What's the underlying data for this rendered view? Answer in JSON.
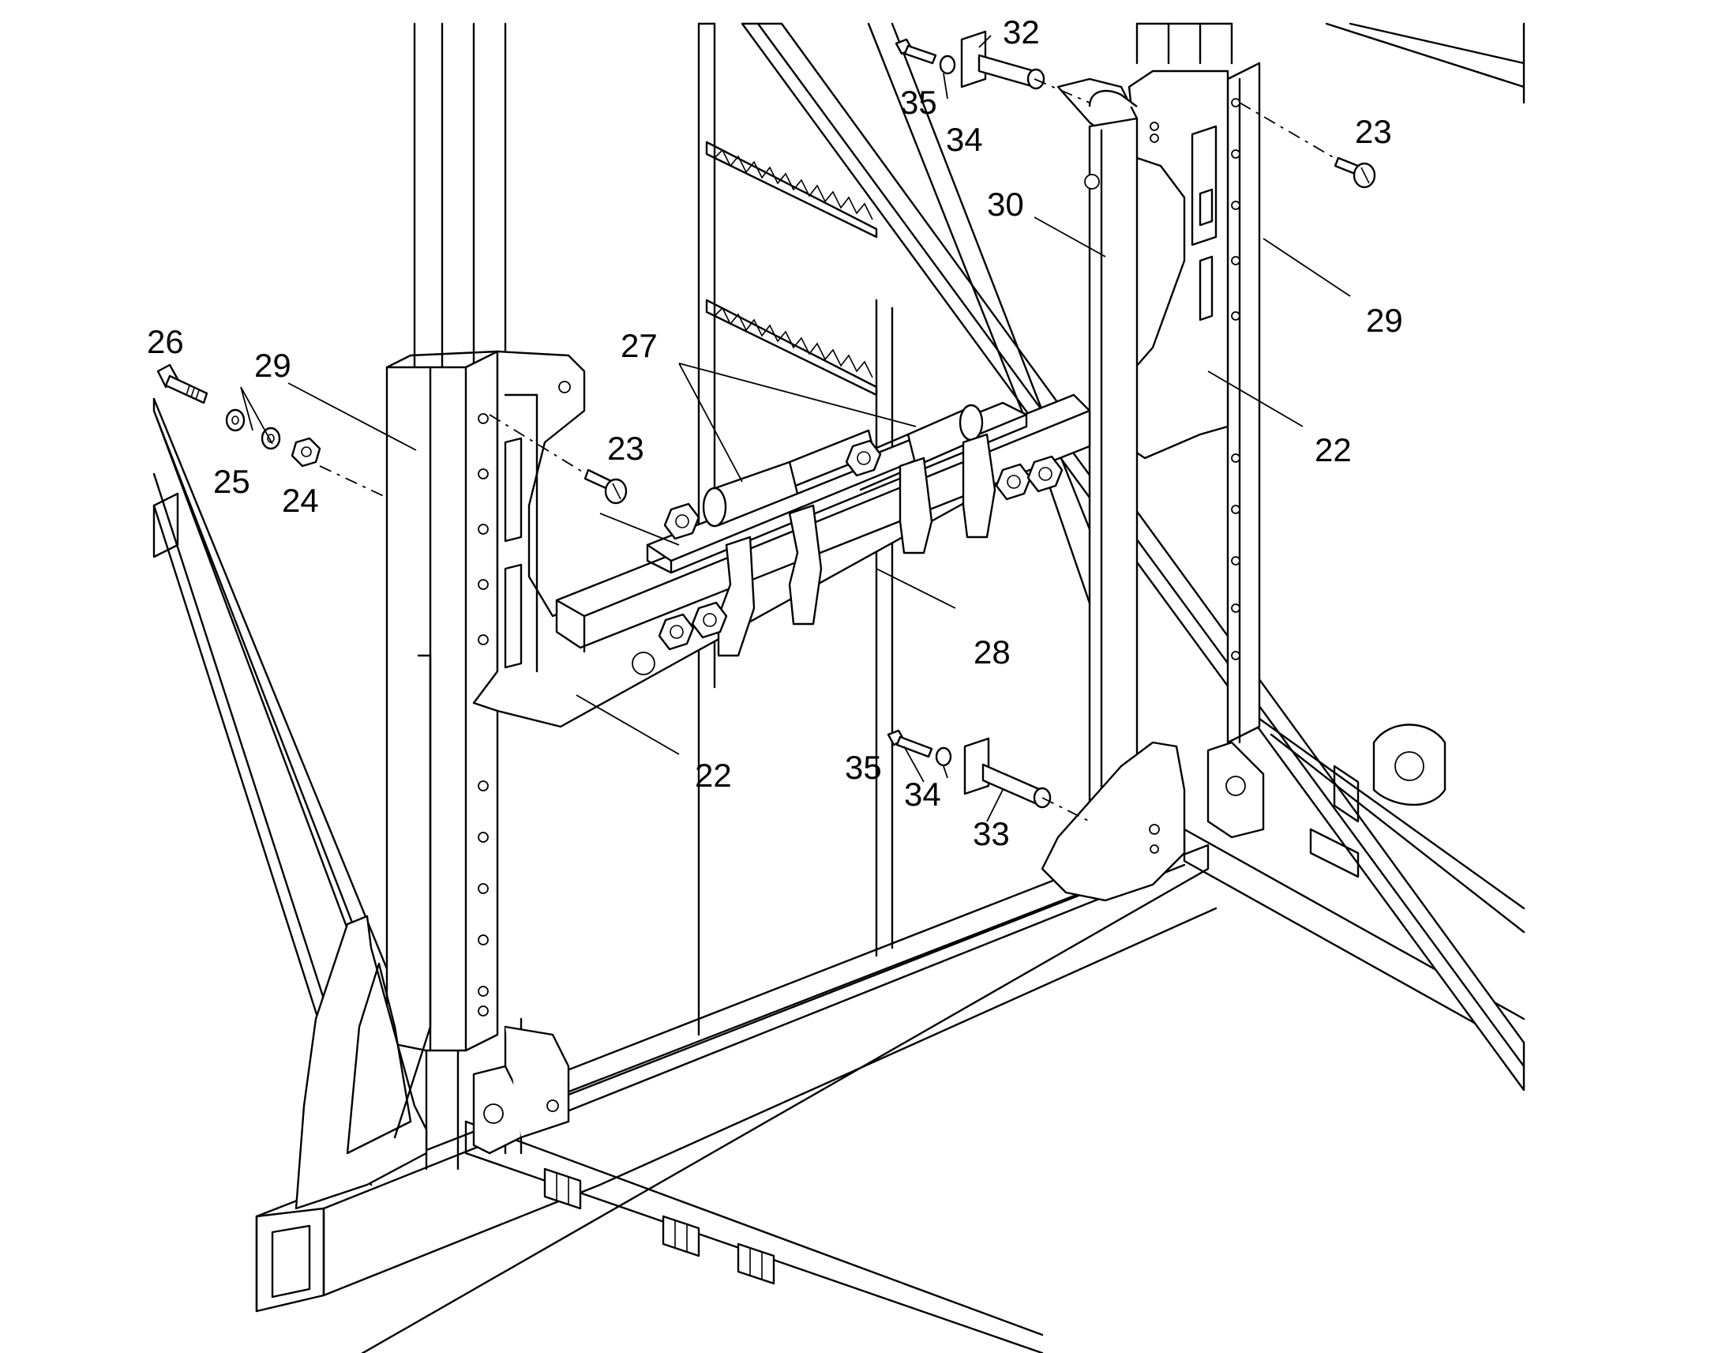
{
  "callouts": {
    "c22_right": "22",
    "c22_left": "22",
    "c23_top": "23",
    "c23_mid": "23",
    "c24": "24",
    "c25": "25",
    "c26": "26",
    "c27": "27",
    "c28": "28",
    "c29_left": "29",
    "c29_right": "29",
    "c30": "30",
    "c32": "32",
    "c33": "33",
    "c34_top": "34",
    "c34_bottom": "34",
    "c35_top": "35",
    "c35_bottom": "35"
  }
}
